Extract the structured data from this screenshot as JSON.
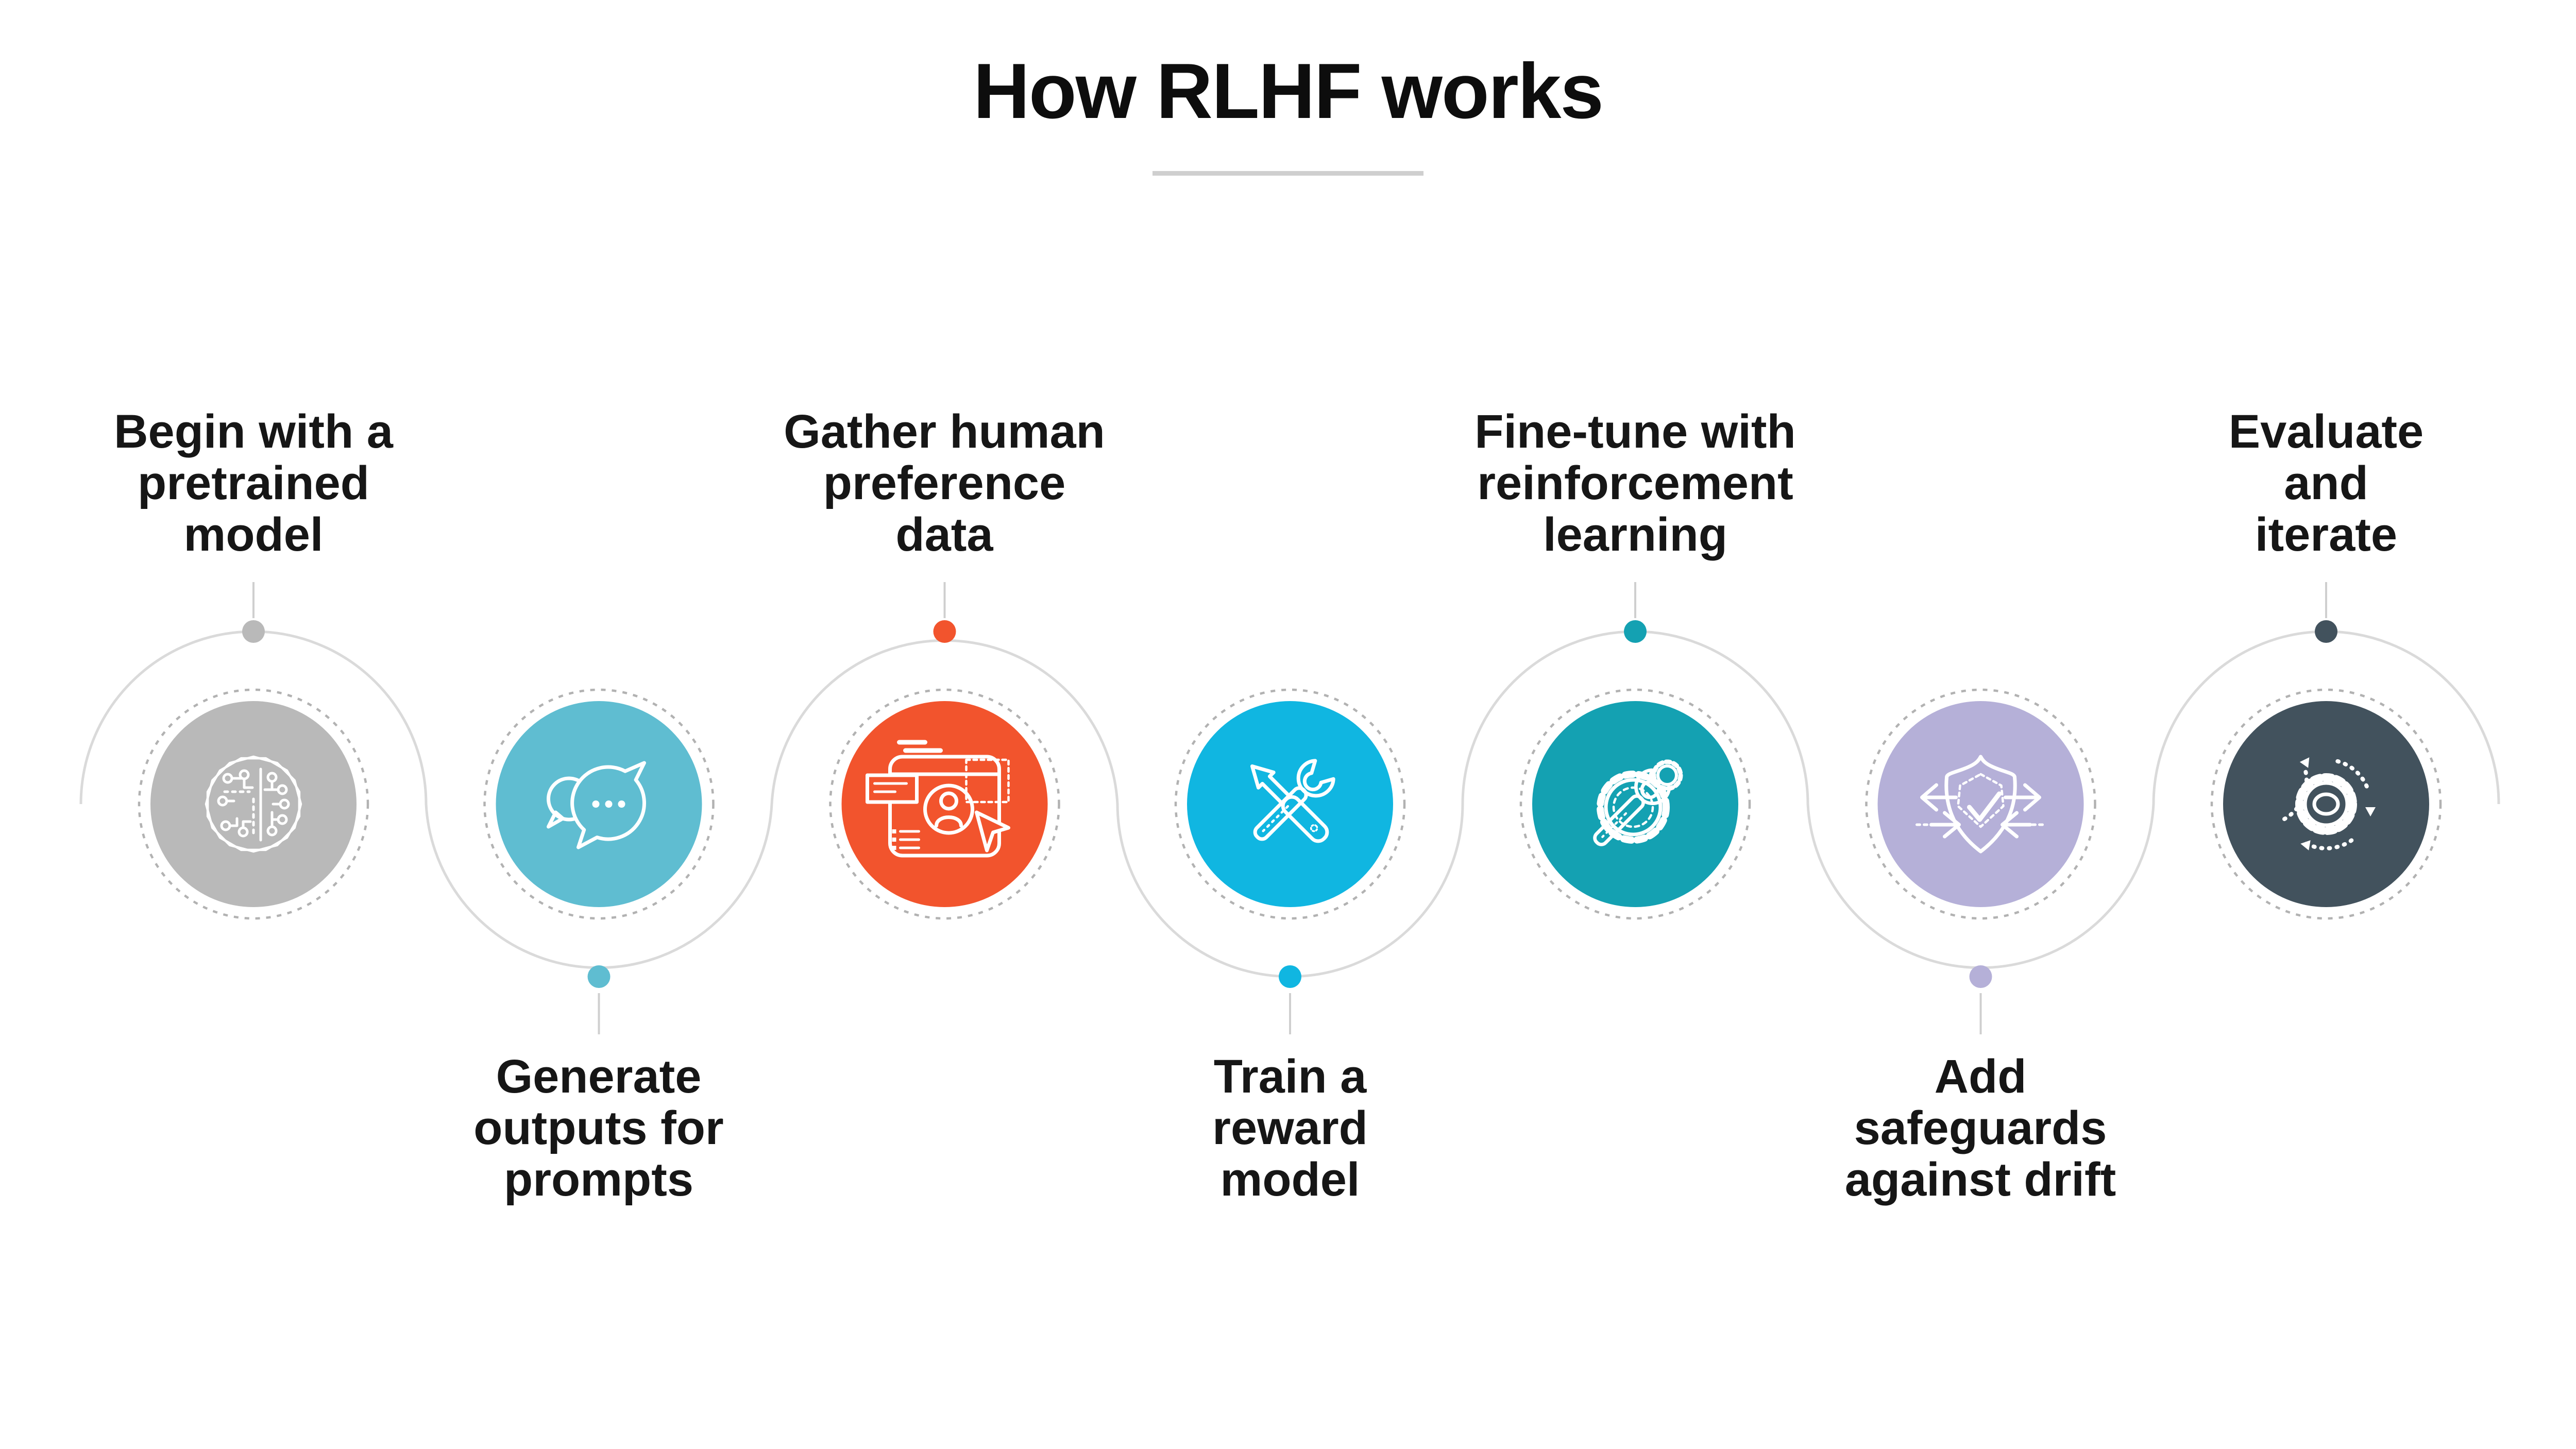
{
  "title": {
    "text": "How RLHF works"
  },
  "steps": [
    {
      "order": 1,
      "label": "Begin with a\npretrained\nmodel",
      "color": "#b9b9b9",
      "icon": "circuit-brain-icon",
      "label_position": "above"
    },
    {
      "order": 2,
      "label": "Generate\noutputs for\nprompts",
      "color": "#5fbdd1",
      "icon": "chat-bubbles-icon",
      "label_position": "below"
    },
    {
      "order": 3,
      "label": "Gather human\npreference\ndata",
      "color": "#f2542d",
      "icon": "browser-user-icon",
      "label_position": "above"
    },
    {
      "order": 4,
      "label": "Train a\nreward\nmodel",
      "color": "#10b6e1",
      "icon": "crossed-tools-icon",
      "label_position": "below"
    },
    {
      "order": 5,
      "label": "Fine-tune with\nreinforcement\nlearning",
      "color": "#14a1b2",
      "icon": "wrench-gears-icon",
      "label_position": "above"
    },
    {
      "order": 6,
      "label": "Add\nsafeguards\nagainst drift",
      "color": "#b5b0d8",
      "icon": "shield-check-icon",
      "label_position": "below"
    },
    {
      "order": 7,
      "label": "Evaluate\nand\niterate",
      "color": "#42525d",
      "icon": "gear-cycle-icon",
      "label_position": "above"
    }
  ],
  "palette": {
    "background": "#ffffff",
    "text": "#161616",
    "title_text": "#0d0d0d",
    "title_underline": "#cfcfcf",
    "wave_connector": "#dadada",
    "dotted_ring": "#b2b2b2",
    "stem_line": "#cfcfcf",
    "icon_stroke": "#ffffff"
  }
}
